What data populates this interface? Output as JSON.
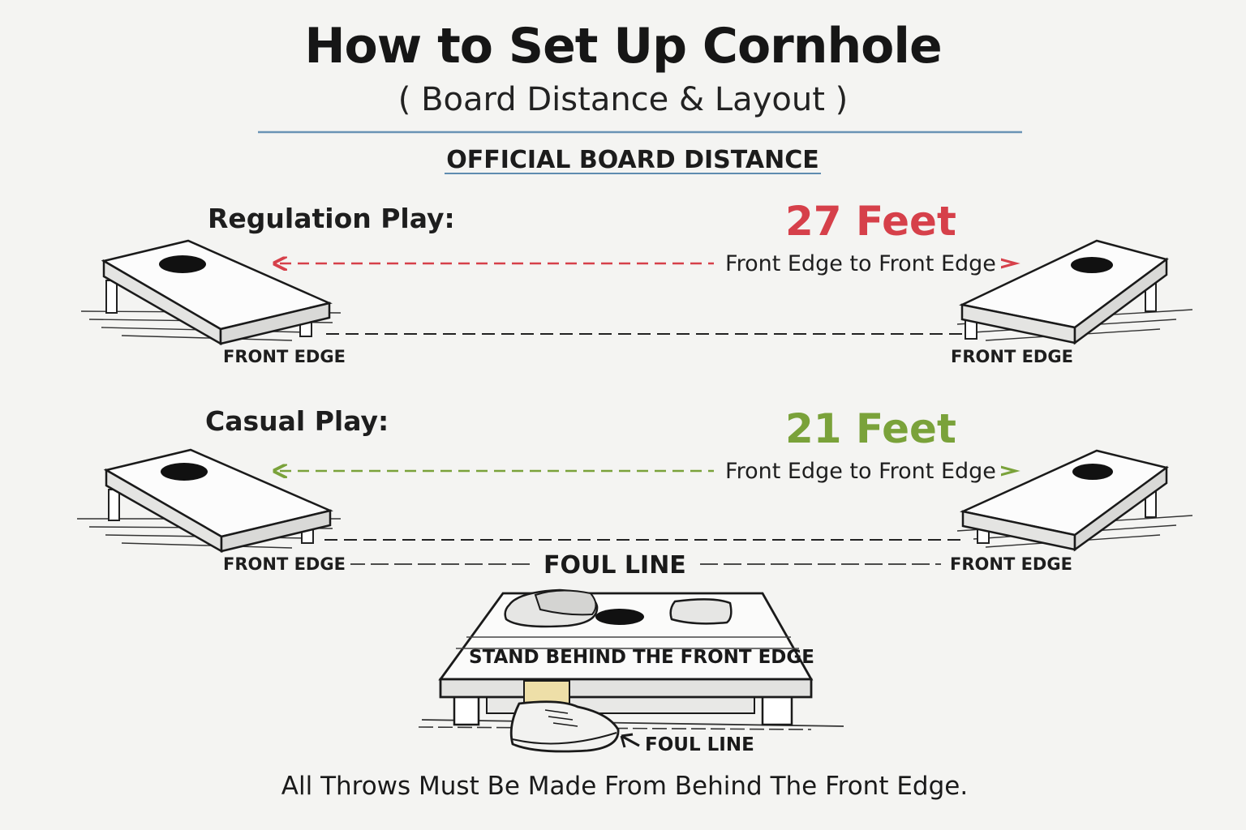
{
  "header": {
    "title": "How to Set Up Cornhole",
    "subtitle": "( Board Distance & Layout )",
    "section_heading": "OFFICIAL BOARD DISTANCE"
  },
  "regulation": {
    "label": "Regulation Play:",
    "distance": "27 Feet",
    "measure": "Front Edge to Front Edge",
    "left_edge_label": "FRONT EDGE",
    "right_edge_label": "FRONT EDGE",
    "color": "#d6404a"
  },
  "casual": {
    "label": "Casual Play:",
    "distance": "21 Feet",
    "measure": "Front Edge to Front Edge",
    "left_edge_label": "FRONT EDGE",
    "right_edge_label": "FRONT EDGE",
    "color": "#7aa23a"
  },
  "foul": {
    "line_label": "FOUL LINE",
    "stand_label": "STAND BEHIND THE FRONT EDGE",
    "pointer_label": "FOUL LINE"
  },
  "footer": {
    "note": "All Throws Must Be Made From Behind The Front Edge."
  },
  "icons": [
    "cornhole-board-icon",
    "bean-bag-icon",
    "sneaker-icon",
    "arrow-icon"
  ]
}
